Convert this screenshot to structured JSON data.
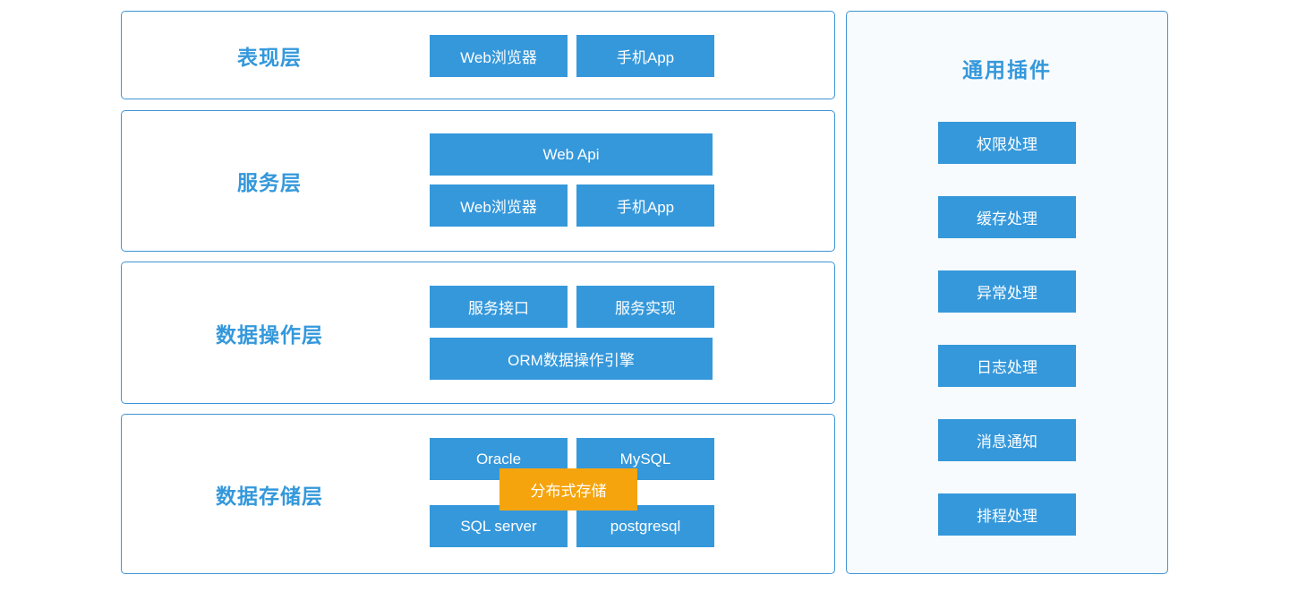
{
  "diagram": {
    "colors": {
      "node_blue": "#3598db",
      "node_orange": "#f6a40e",
      "border_blue": "#3e94d6",
      "title_blue": "#3498db",
      "panel_bg": "#f7fbfe",
      "node_text": "#ffffff"
    },
    "layers": [
      {
        "title": "表现层",
        "nodes": [
          {
            "label": "Web浏览器"
          },
          {
            "label": "手机App"
          }
        ]
      },
      {
        "title": "服务层",
        "nodes": [
          {
            "label": "Web Api"
          },
          {
            "label": "Web浏览器"
          },
          {
            "label": "手机App"
          }
        ]
      },
      {
        "title": "数据操作层",
        "nodes": [
          {
            "label": "服务接口"
          },
          {
            "label": "服务实现"
          },
          {
            "label": "ORM数据操作引擎"
          }
        ]
      },
      {
        "title": "数据存储层",
        "nodes": [
          {
            "label": "Oracle"
          },
          {
            "label": "MySQL"
          },
          {
            "label": "SQL server"
          },
          {
            "label": "postgresql"
          }
        ],
        "overlay": {
          "label": "分布式存储"
        }
      }
    ],
    "plugins_panel": {
      "title": "通用插件",
      "items": [
        {
          "label": "权限处理"
        },
        {
          "label": "缓存处理"
        },
        {
          "label": "异常处理"
        },
        {
          "label": "日志处理"
        },
        {
          "label": "消息通知"
        },
        {
          "label": "排程处理"
        }
      ]
    }
  }
}
